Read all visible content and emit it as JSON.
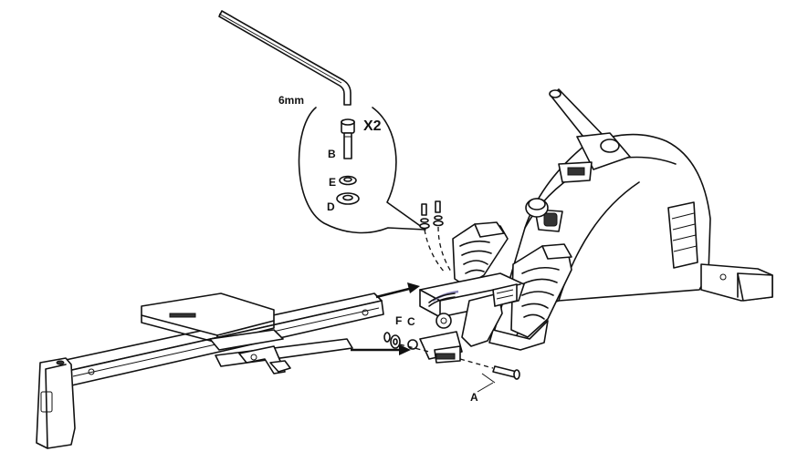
{
  "labels": {
    "tool_size": "6mm",
    "quantity": "X2",
    "part_b": "B",
    "part_e": "E",
    "part_d": "D",
    "part_f": "F",
    "part_c": "C",
    "part_a": "A"
  },
  "colors": {
    "line": "#111111",
    "background": "#ffffff",
    "fill_gray": "#d9d9d9",
    "cable": "#8a86b8"
  }
}
